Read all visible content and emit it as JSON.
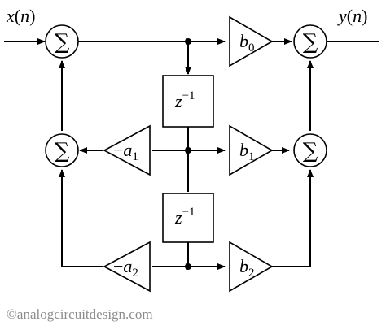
{
  "input_label": {
    "var": "x",
    "arg": "n"
  },
  "output_label": {
    "var": "y",
    "arg": "n"
  },
  "sum_symbol": "∑",
  "delays": [
    {
      "base": "z",
      "exp": "−1"
    },
    {
      "base": "z",
      "exp": "−1"
    }
  ],
  "feedforward_gains": [
    {
      "base": "b",
      "sub": "0"
    },
    {
      "base": "b",
      "sub": "1"
    },
    {
      "base": "b",
      "sub": "2"
    }
  ],
  "feedback_gains": [
    {
      "sign": "−",
      "base": "a",
      "sub": "1"
    },
    {
      "sign": "−",
      "base": "a",
      "sub": "2"
    }
  ],
  "credit": "©analogcircuitdesign.com"
}
